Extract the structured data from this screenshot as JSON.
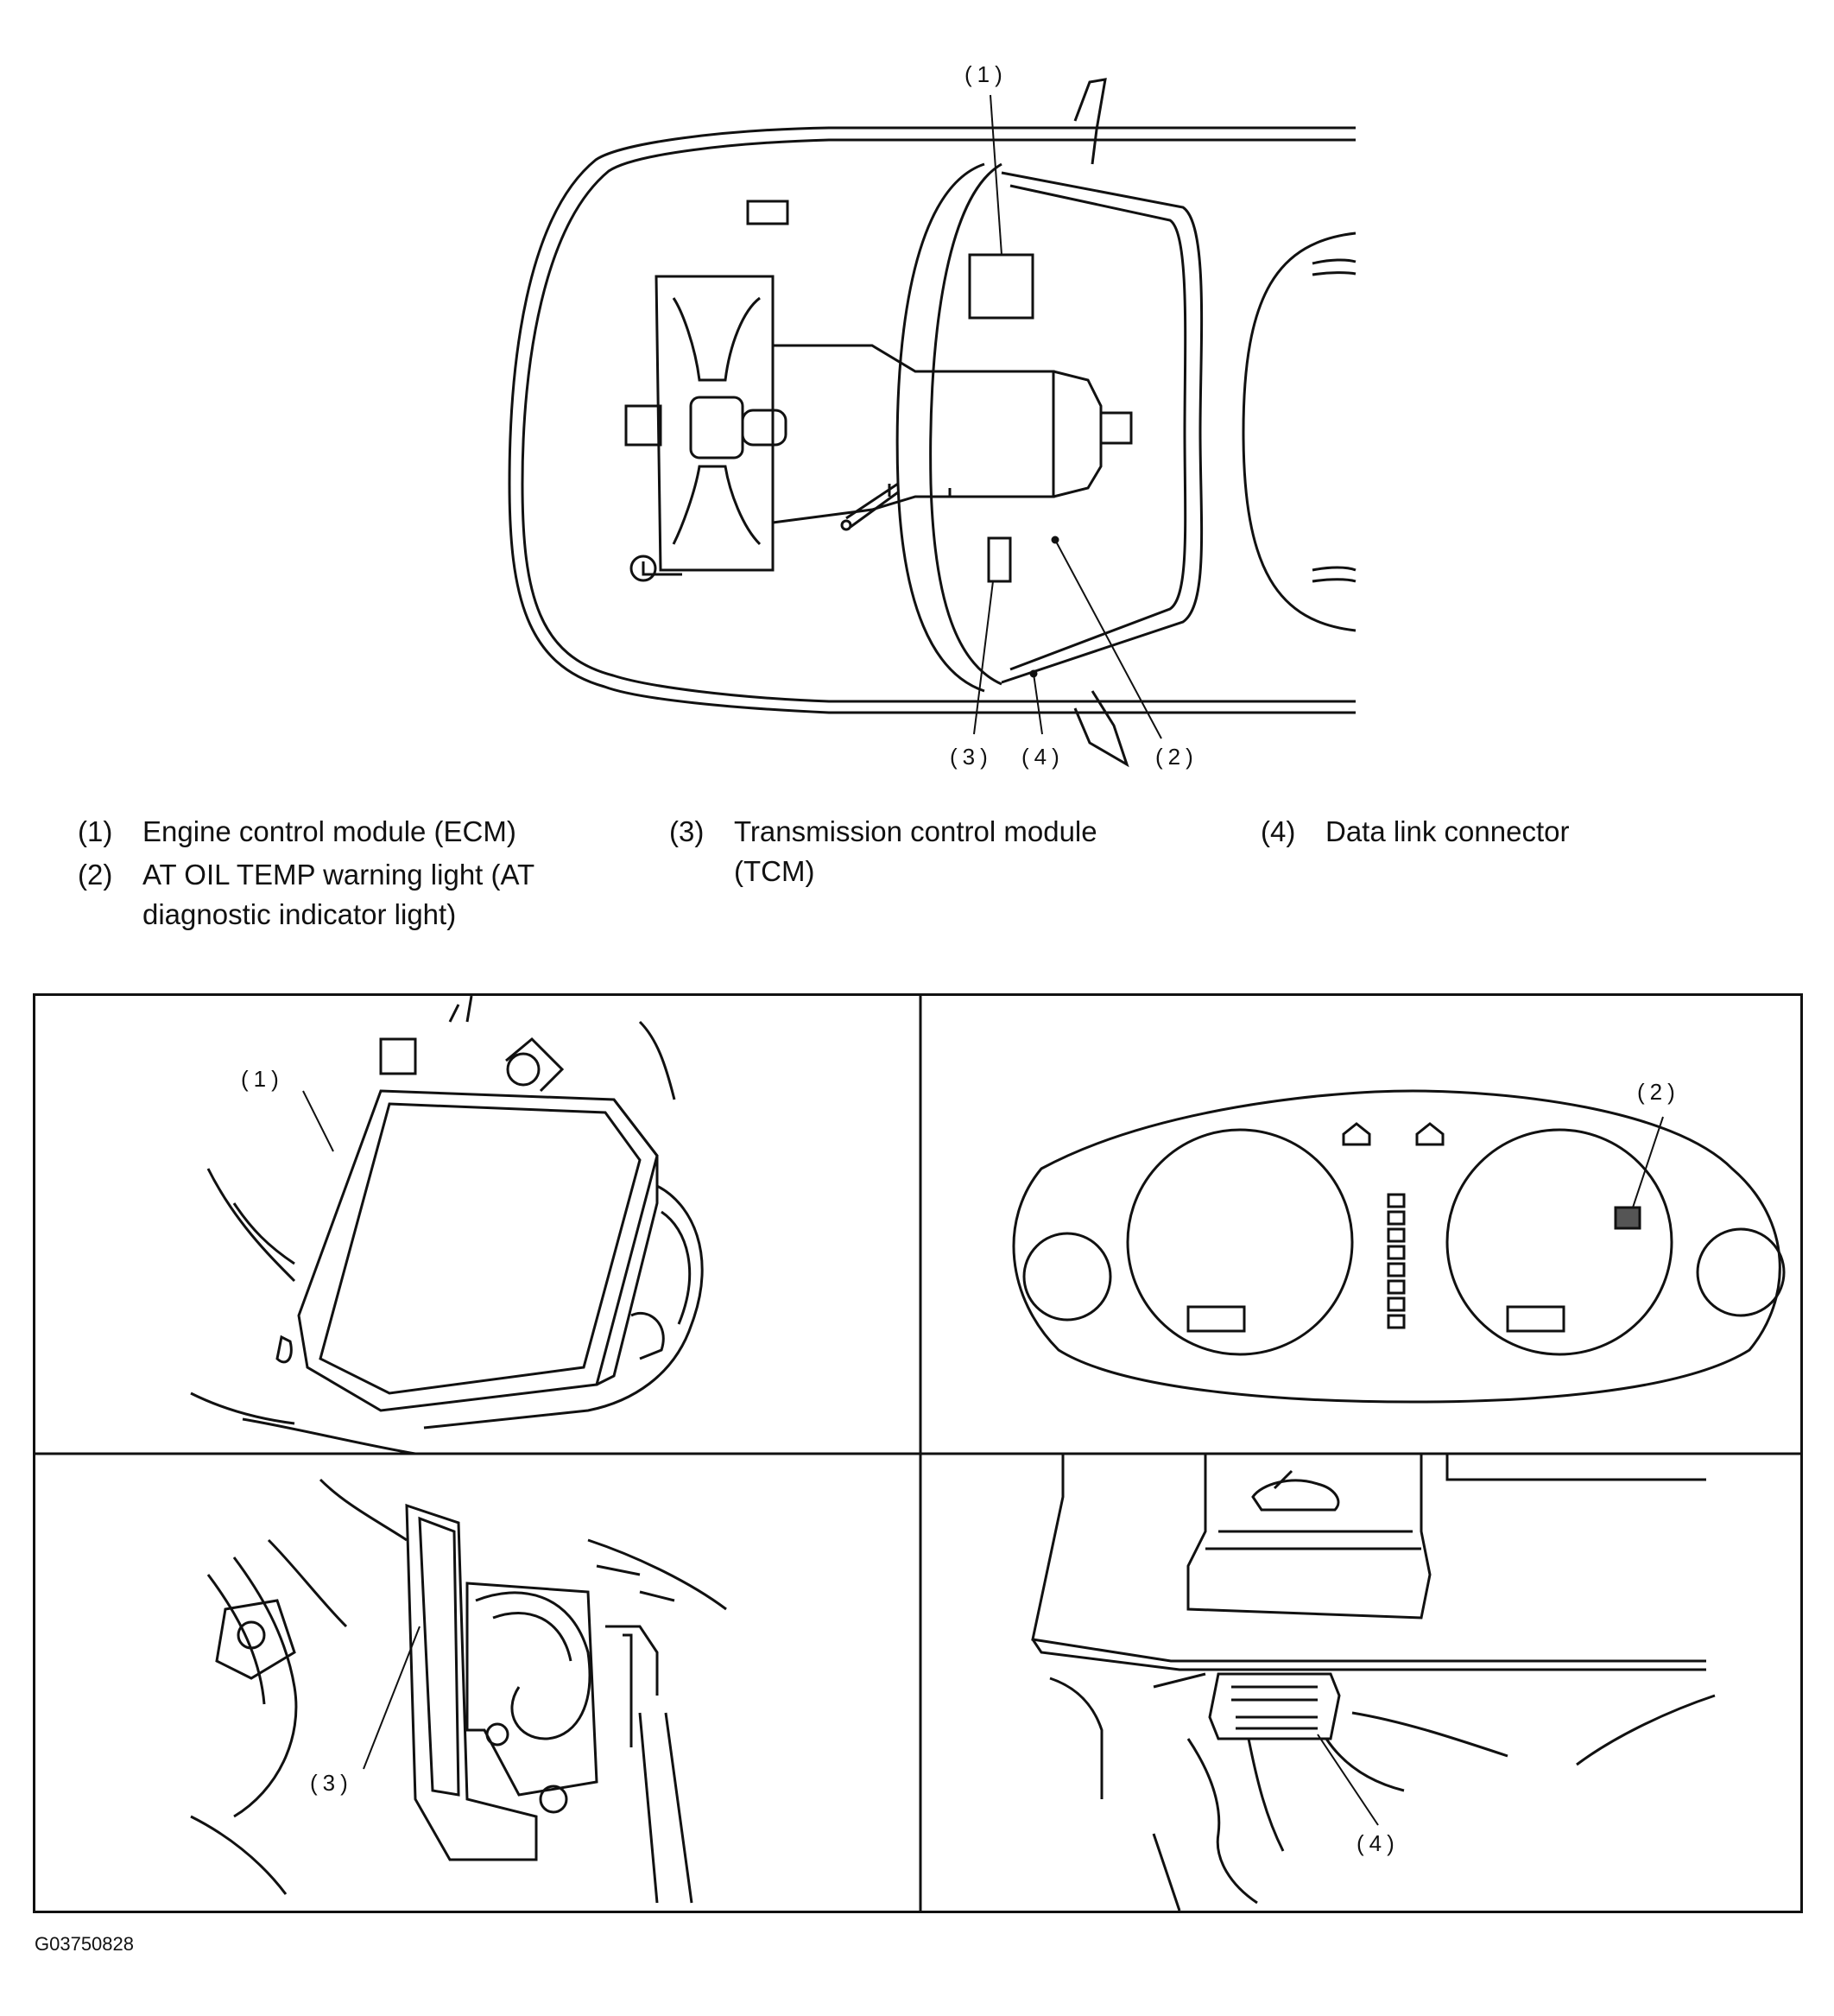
{
  "callouts": {
    "overview": [
      "(1)",
      "(3)",
      "(4)",
      "(2)"
    ],
    "panel_ecm": "(1)",
    "panel_meter": "(2)",
    "panel_tcm": "(3)",
    "panel_dlc": "(4)"
  },
  "legend": [
    {
      "num": "(1)",
      "text": "Engine control module (ECM)"
    },
    {
      "num": "(2)",
      "text": "AT OIL TEMP warning light (AT diagnostic indicator light)"
    },
    {
      "num": "(3)",
      "text": "Transmission control module (TCM)"
    },
    {
      "num": "(4)",
      "text": "Data link connector"
    }
  ],
  "figure_id": "G03750828"
}
